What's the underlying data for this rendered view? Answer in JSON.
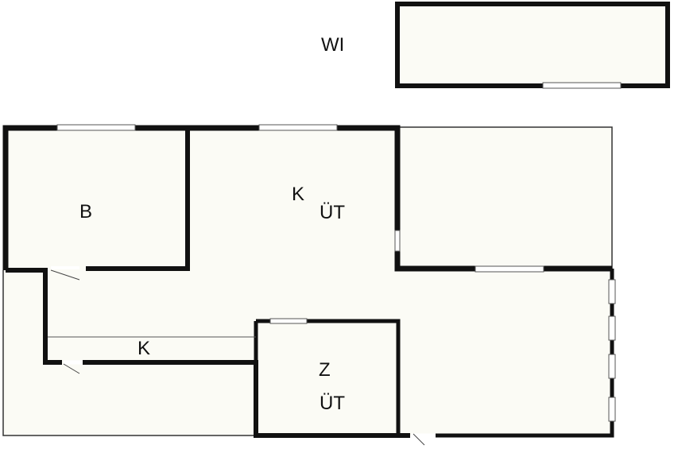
{
  "floor_plan": {
    "colors": {
      "wall": "#111111",
      "floor": "#fbfbf5",
      "thin_wall": "#555555",
      "window_pane": "#ffffff",
      "background": "#ffffff"
    },
    "rooms": {
      "wi": {
        "name": "WI"
      },
      "bedroom": {
        "name": "B"
      },
      "kitchen_living": {
        "name": "K",
        "sub": "ÜT"
      },
      "corridor": {
        "name": "K"
      },
      "bathroom": {
        "name": "Z",
        "sub": "ÜT"
      }
    }
  }
}
